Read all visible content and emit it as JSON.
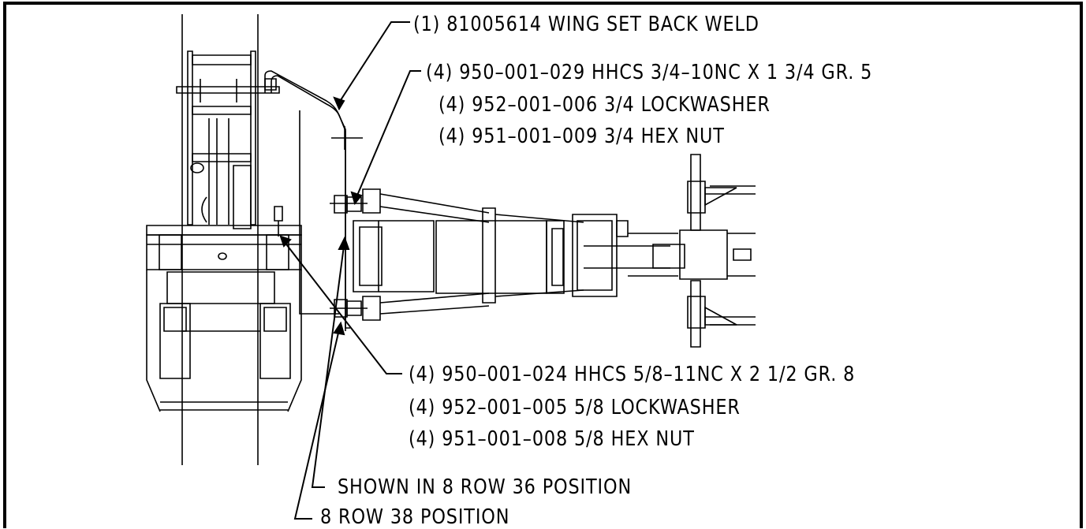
{
  "callouts": {
    "wing_set_back_weld": "(1) 81005614 WING SET BACK WELD",
    "bolt_3_4": "(4) 950–001–029 HHCS 3/4–10NC X 1 3/4 GR. 5",
    "lockwasher_3_4": "(4) 952–001–006 3/4 LOCKWASHER",
    "hex_nut_3_4": "(4) 951–001–009 3/4 HEX NUT",
    "bolt_5_8": "(4) 950–001–024 HHCS 5/8–11NC X 2 1/2 GR. 8",
    "lockwasher_5_8": "(4) 952–001–005 5/8 LOCKWASHER",
    "hex_nut_5_8": "(4) 951–001–008 5/8 HEX NUT",
    "position_36": "SHOWN IN 8 ROW 36 POSITION",
    "position_38": "8 ROW 38 POSITION"
  },
  "colors": {
    "ink": "#000000",
    "paper": "#ffffff"
  }
}
